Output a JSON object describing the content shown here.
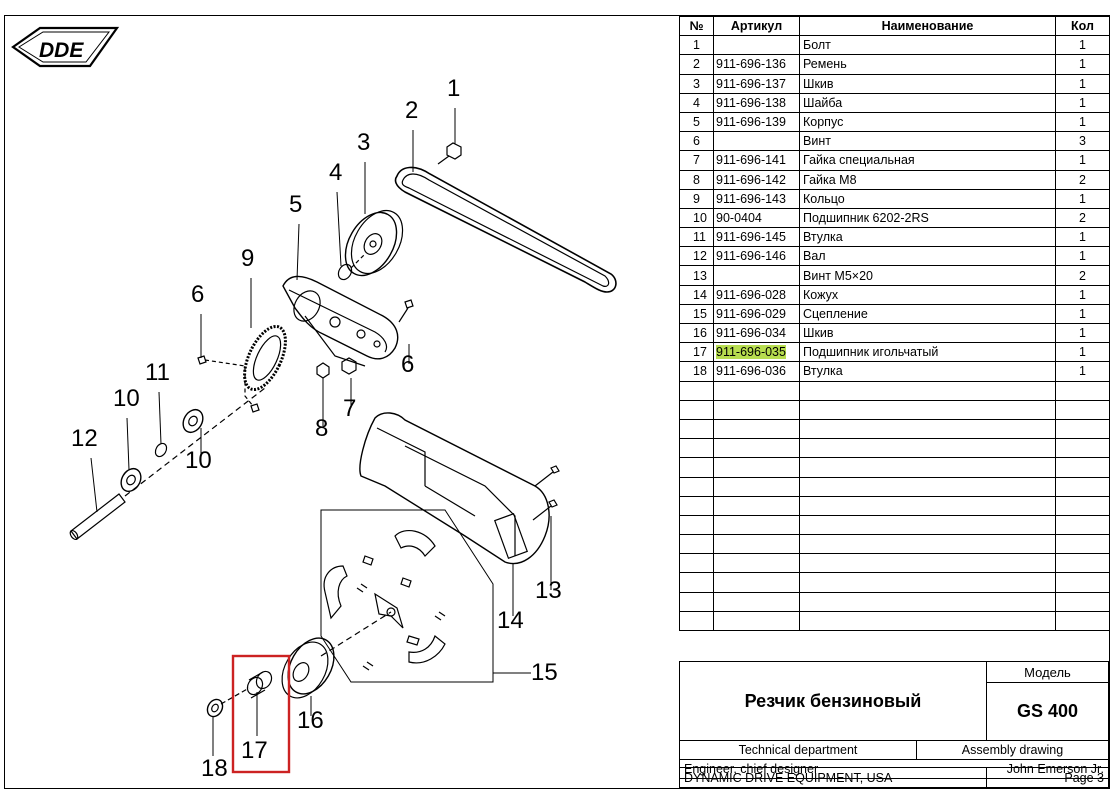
{
  "brand": {
    "logo_text": "DDE"
  },
  "table": {
    "headers": {
      "no": "№",
      "article": "Артикул",
      "name": "Наименование",
      "qty": "Кол"
    },
    "rows": [
      {
        "no": "1",
        "article": "",
        "name": "Болт",
        "qty": "1"
      },
      {
        "no": "2",
        "article": "911-696-136",
        "name": "Ремень",
        "qty": "1"
      },
      {
        "no": "3",
        "article": "911-696-137",
        "name": "Шкив",
        "qty": "1"
      },
      {
        "no": "4",
        "article": "911-696-138",
        "name": "Шайба",
        "qty": "1"
      },
      {
        "no": "5",
        "article": "911-696-139",
        "name": "Корпус",
        "qty": "1"
      },
      {
        "no": "6",
        "article": "",
        "name": "Винт",
        "qty": "3"
      },
      {
        "no": "7",
        "article": "911-696-141",
        "name": "Гайка специальная",
        "qty": "1"
      },
      {
        "no": "8",
        "article": "911-696-142",
        "name": "Гайка М8",
        "qty": "2"
      },
      {
        "no": "9",
        "article": "911-696-143",
        "name": "Кольцо",
        "qty": "1"
      },
      {
        "no": "10",
        "article": "90-0404",
        "name": "Подшипник 6202-2RS",
        "qty": "2"
      },
      {
        "no": "11",
        "article": "911-696-145",
        "name": "Втулка",
        "qty": "1"
      },
      {
        "no": "12",
        "article": "911-696-146",
        "name": "Вал",
        "qty": "1"
      },
      {
        "no": "13",
        "article": "",
        "name": "Винт М5×20",
        "qty": "2"
      },
      {
        "no": "14",
        "article": "911-696-028",
        "name": "Кожух",
        "qty": "1"
      },
      {
        "no": "15",
        "article": "911-696-029",
        "name": "Сцепление",
        "qty": "1"
      },
      {
        "no": "16",
        "article": "911-696-034",
        "name": "Шкив",
        "qty": "1"
      },
      {
        "no": "17",
        "article": "911-696-035",
        "name": "Подшипник игольчатый",
        "qty": "1",
        "highlighted": true
      },
      {
        "no": "18",
        "article": "911-696-036",
        "name": "Втулка",
        "qty": "1"
      }
    ],
    "empty_rows": 13
  },
  "title_block": {
    "product_name": "Резчик бензиновый",
    "model_label": "Модель",
    "model_value": "GS 400",
    "department": "Technical department",
    "drawing_type": "Assembly drawing",
    "engineer_role": "Engineer, chief designer",
    "engineer_name": "John Emerson Jr.",
    "company": "DYNAMIC DRIVE EQUIPMENT, USA",
    "page": "Page 3"
  },
  "callouts": {
    "c1": "1",
    "c2": "2",
    "c3": "3",
    "c4": "4",
    "c5": "5",
    "c6a": "6",
    "c6b": "6",
    "c7": "7",
    "c8": "8",
    "c9": "9",
    "c10a": "10",
    "c10b": "10",
    "c11": "11",
    "c12": "12",
    "c13": "13",
    "c14": "14",
    "c15": "15",
    "c16": "16",
    "c17": "17",
    "c18": "18"
  },
  "highlight": {
    "part": "17",
    "color": "#cc2222",
    "article_color": "#b7dd4f"
  }
}
